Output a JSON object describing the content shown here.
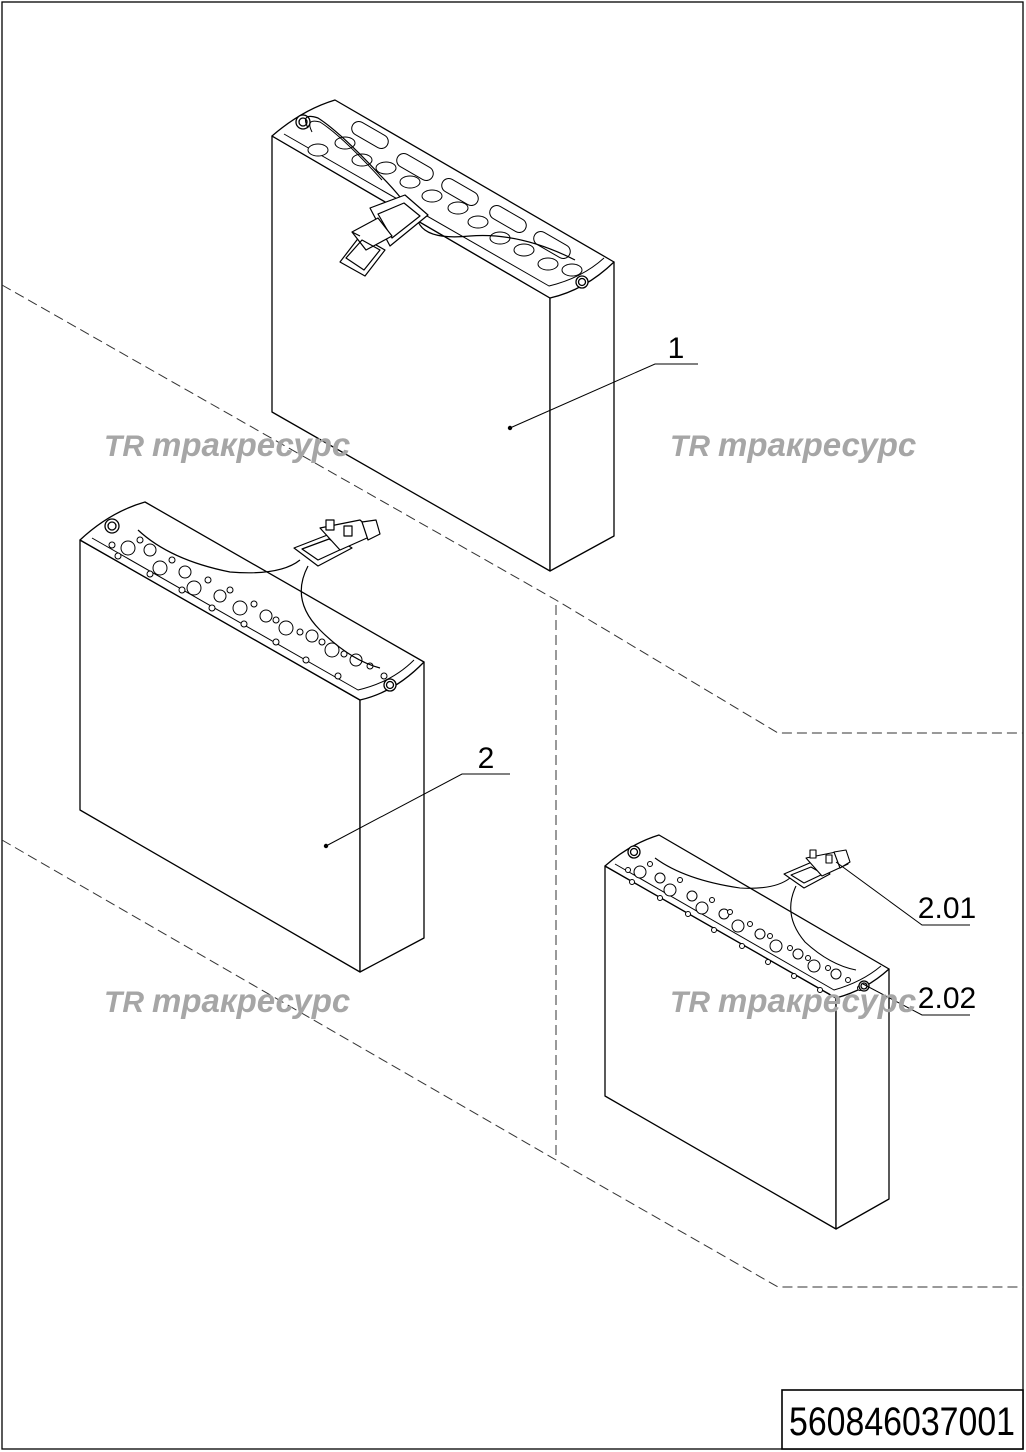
{
  "callouts": {
    "part_1": "1",
    "part_2": "2",
    "part_2_01": "2.01",
    "part_2_02": "2.02"
  },
  "watermark": {
    "logo": "TR",
    "text": "тракресурс"
  },
  "document_number": "560846037001"
}
